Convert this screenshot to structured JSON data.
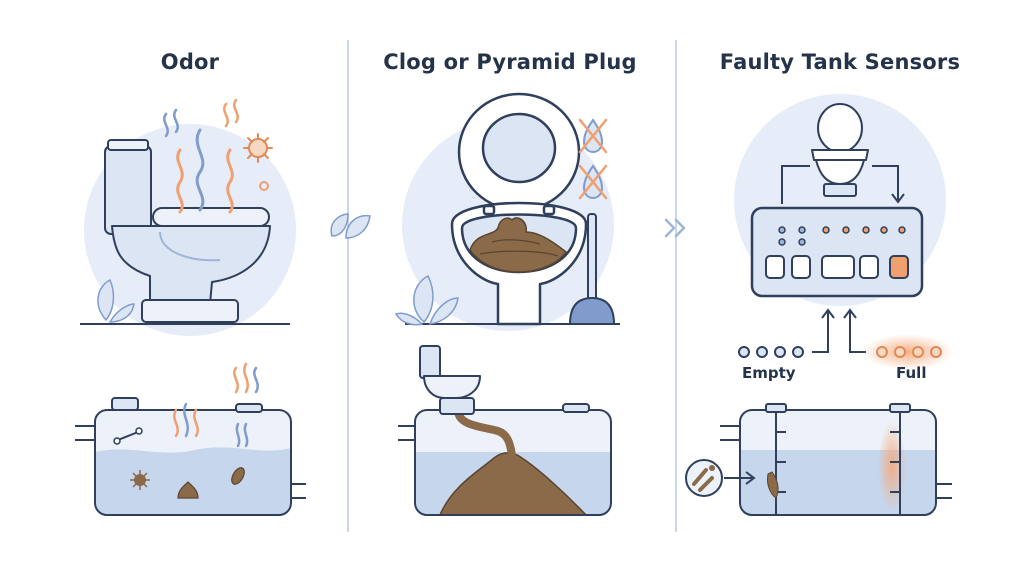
{
  "panels": [
    {
      "title": "Odor"
    },
    {
      "title": "Clog or Pyramid Plug"
    },
    {
      "title": "Faulty Tank Sensors"
    }
  ],
  "sensor_labels": {
    "empty": "Empty",
    "full": "Full"
  },
  "colors": {
    "outline": "#2f3f5c",
    "background_circle": "#e6edf8",
    "water": "#c6d6ec",
    "waste": "#8a6a49",
    "accent_orange": "#f0a070",
    "odor_blue": "#7f9ccd",
    "divider": "#c9d7ea"
  },
  "icons": [
    "toilet-icon",
    "odor-wave-icon",
    "germ-icon",
    "leaf-icon",
    "plunger-icon",
    "no-water-icon",
    "control-panel-icon",
    "chevron-right-icon",
    "magnifier-icon"
  ]
}
